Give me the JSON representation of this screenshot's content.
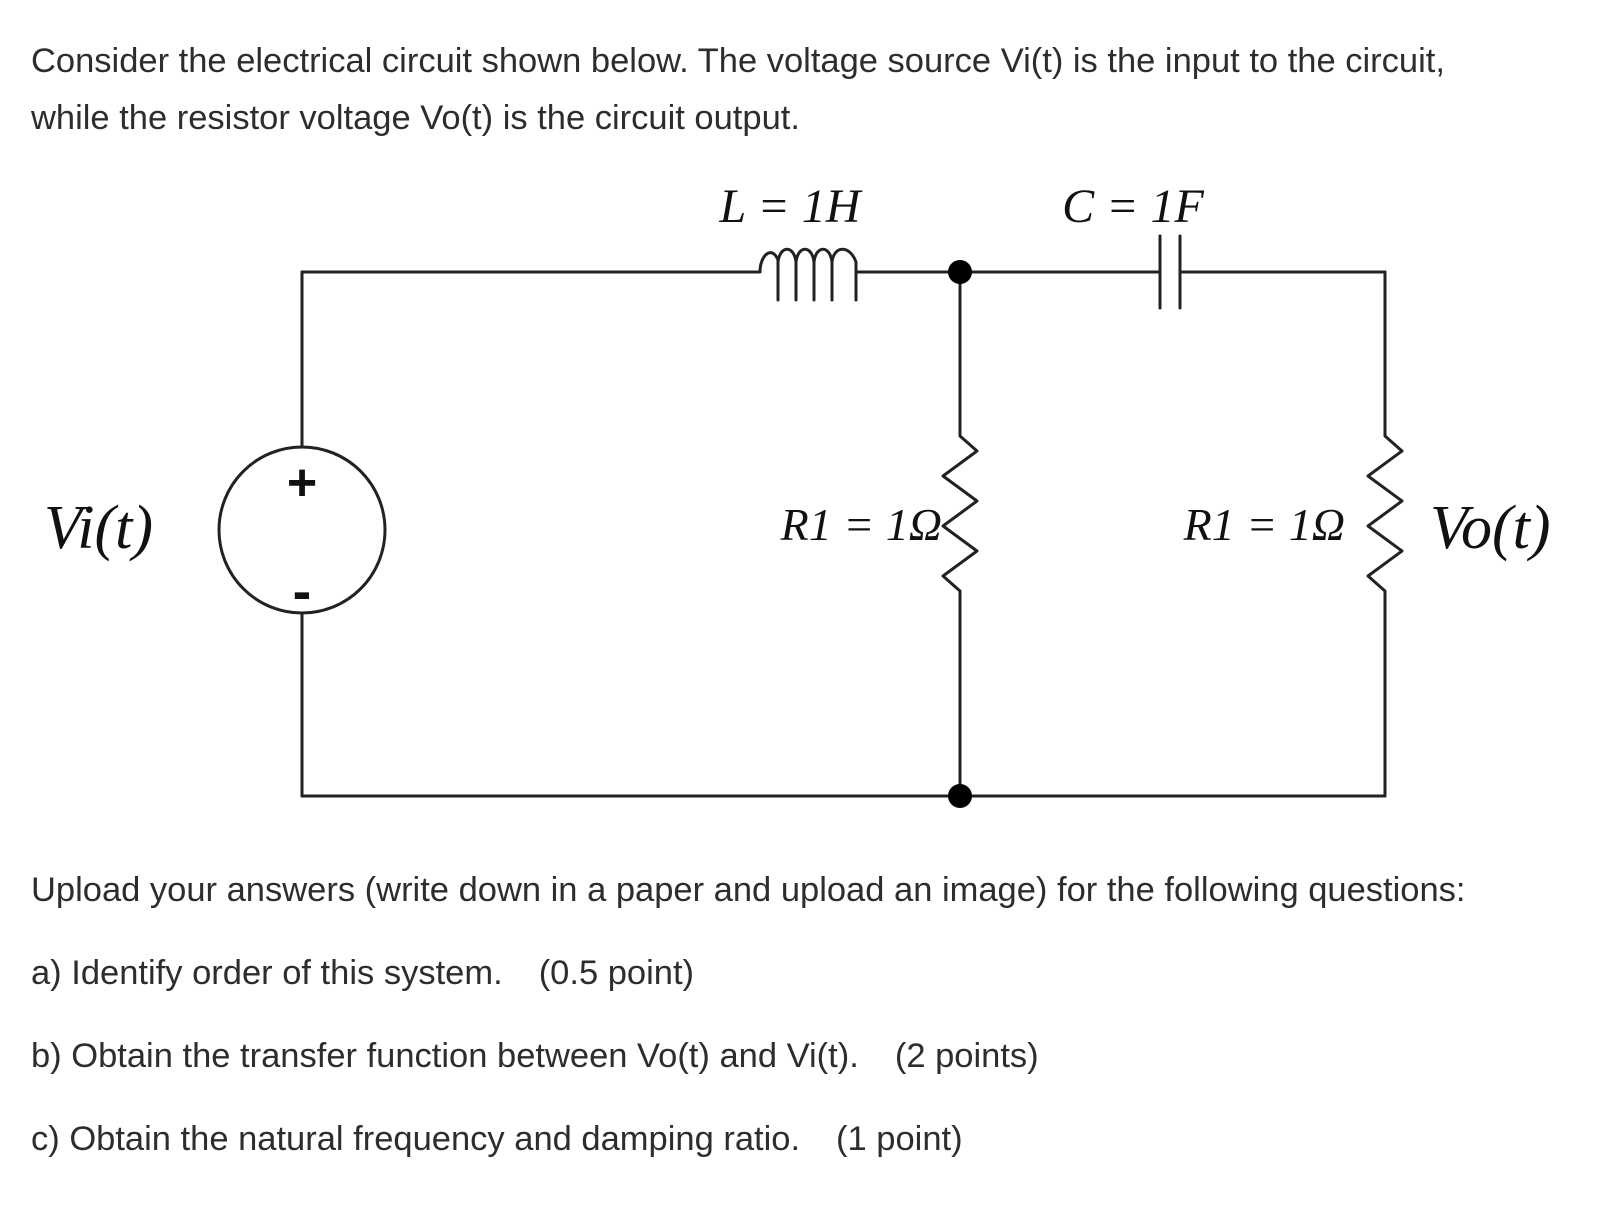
{
  "intro": {
    "line1": "Consider the electrical circuit shown below. The voltage source Vi(t) is the input to the circuit,",
    "line2": "while the resistor voltage Vo(t) is the circuit output."
  },
  "circuit": {
    "inductor_label": "L = 1H",
    "capacitor_label": "C = 1F",
    "resistor1_label": "R1 = 1Ω",
    "resistor2_label": "R1 = 1Ω",
    "source_label": "Vi(t)",
    "output_label": "Vo(t)",
    "source_plus": "+",
    "source_minus": "-"
  },
  "questions": {
    "header": "Upload your answers (write down in a paper and upload an image) for the following questions:",
    "a": {
      "text": "a) Identify order of this system.",
      "points": "(0.5 point)"
    },
    "b": {
      "text": "b) Obtain the transfer function between Vo(t) and Vi(t).",
      "points": "(2 points)"
    },
    "c": {
      "text": "c) Obtain the natural frequency and damping ratio.",
      "points": "(1 point)"
    }
  },
  "colors": {
    "text": "#2d2d2d",
    "wire": "#222222"
  }
}
